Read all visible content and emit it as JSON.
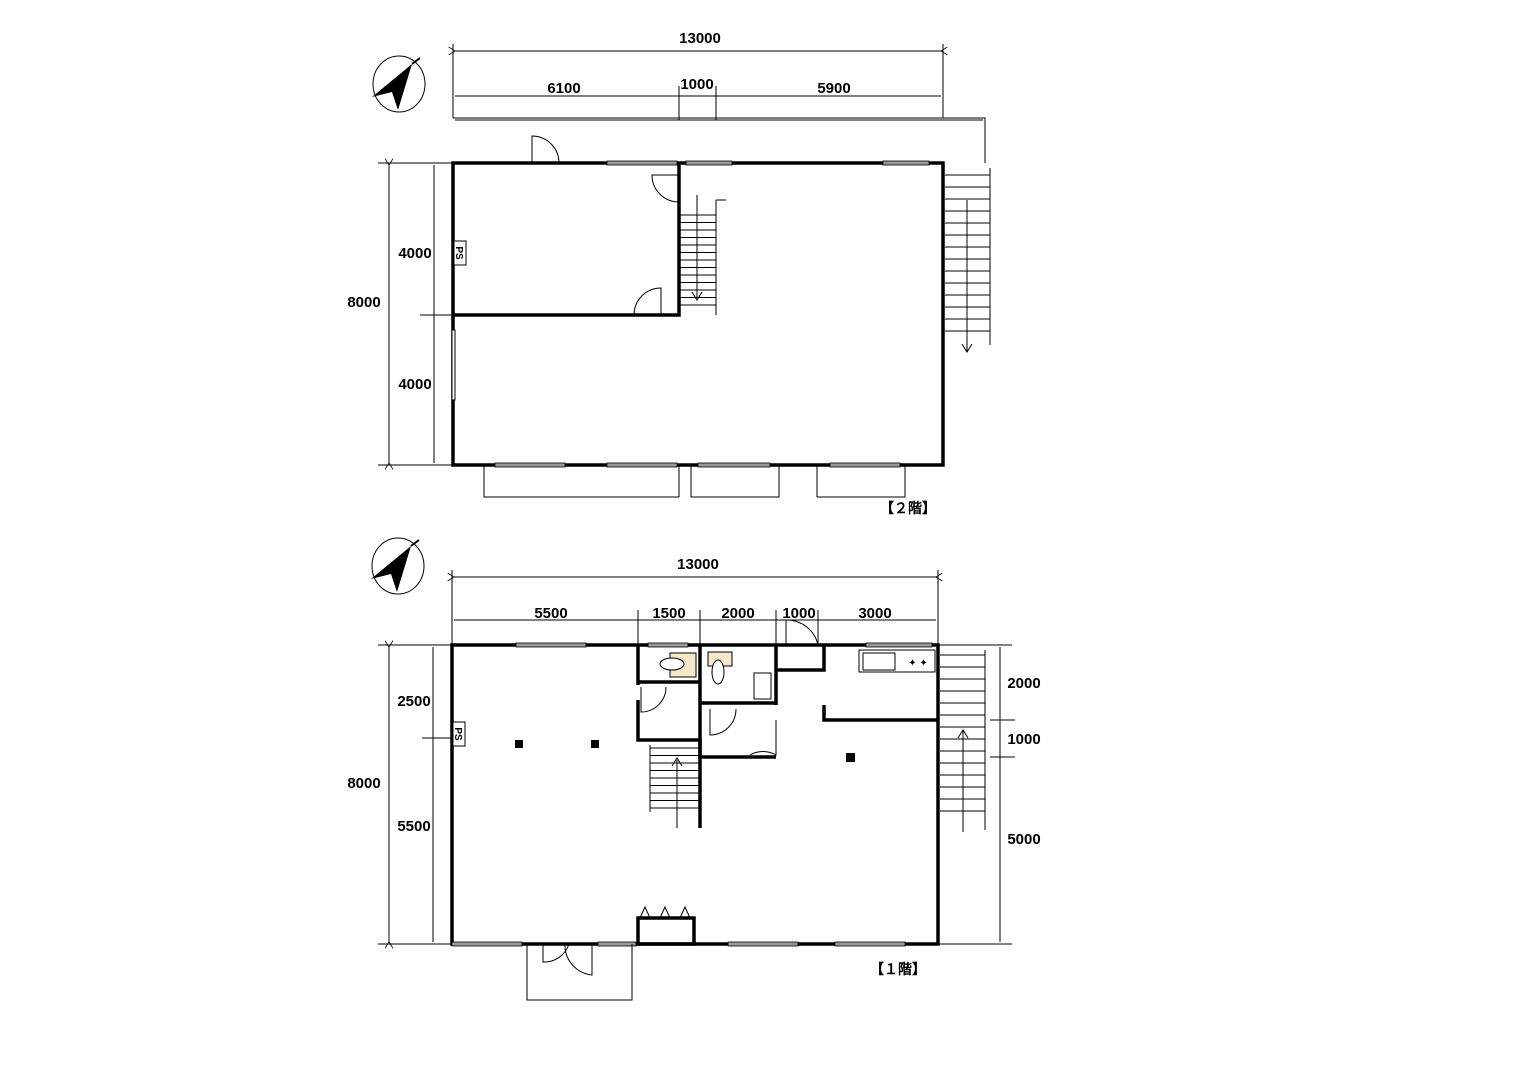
{
  "floor2": {
    "title": "【２階】",
    "ps_label": "PS",
    "dims_top_total": "13000",
    "dims_top": [
      "6100",
      "1000",
      "5900"
    ],
    "dims_left_total": "8000",
    "dims_left": [
      "4000",
      "4000"
    ]
  },
  "floor1": {
    "title": "【１階】",
    "ps_label": "PS",
    "dims_top_total": "13000",
    "dims_top": [
      "5500",
      "1500",
      "2000",
      "1000",
      "3000"
    ],
    "dims_left_total": "8000",
    "dims_left": [
      "2500",
      "5500"
    ],
    "dims_right": [
      "2000",
      "1000",
      "5000"
    ]
  }
}
